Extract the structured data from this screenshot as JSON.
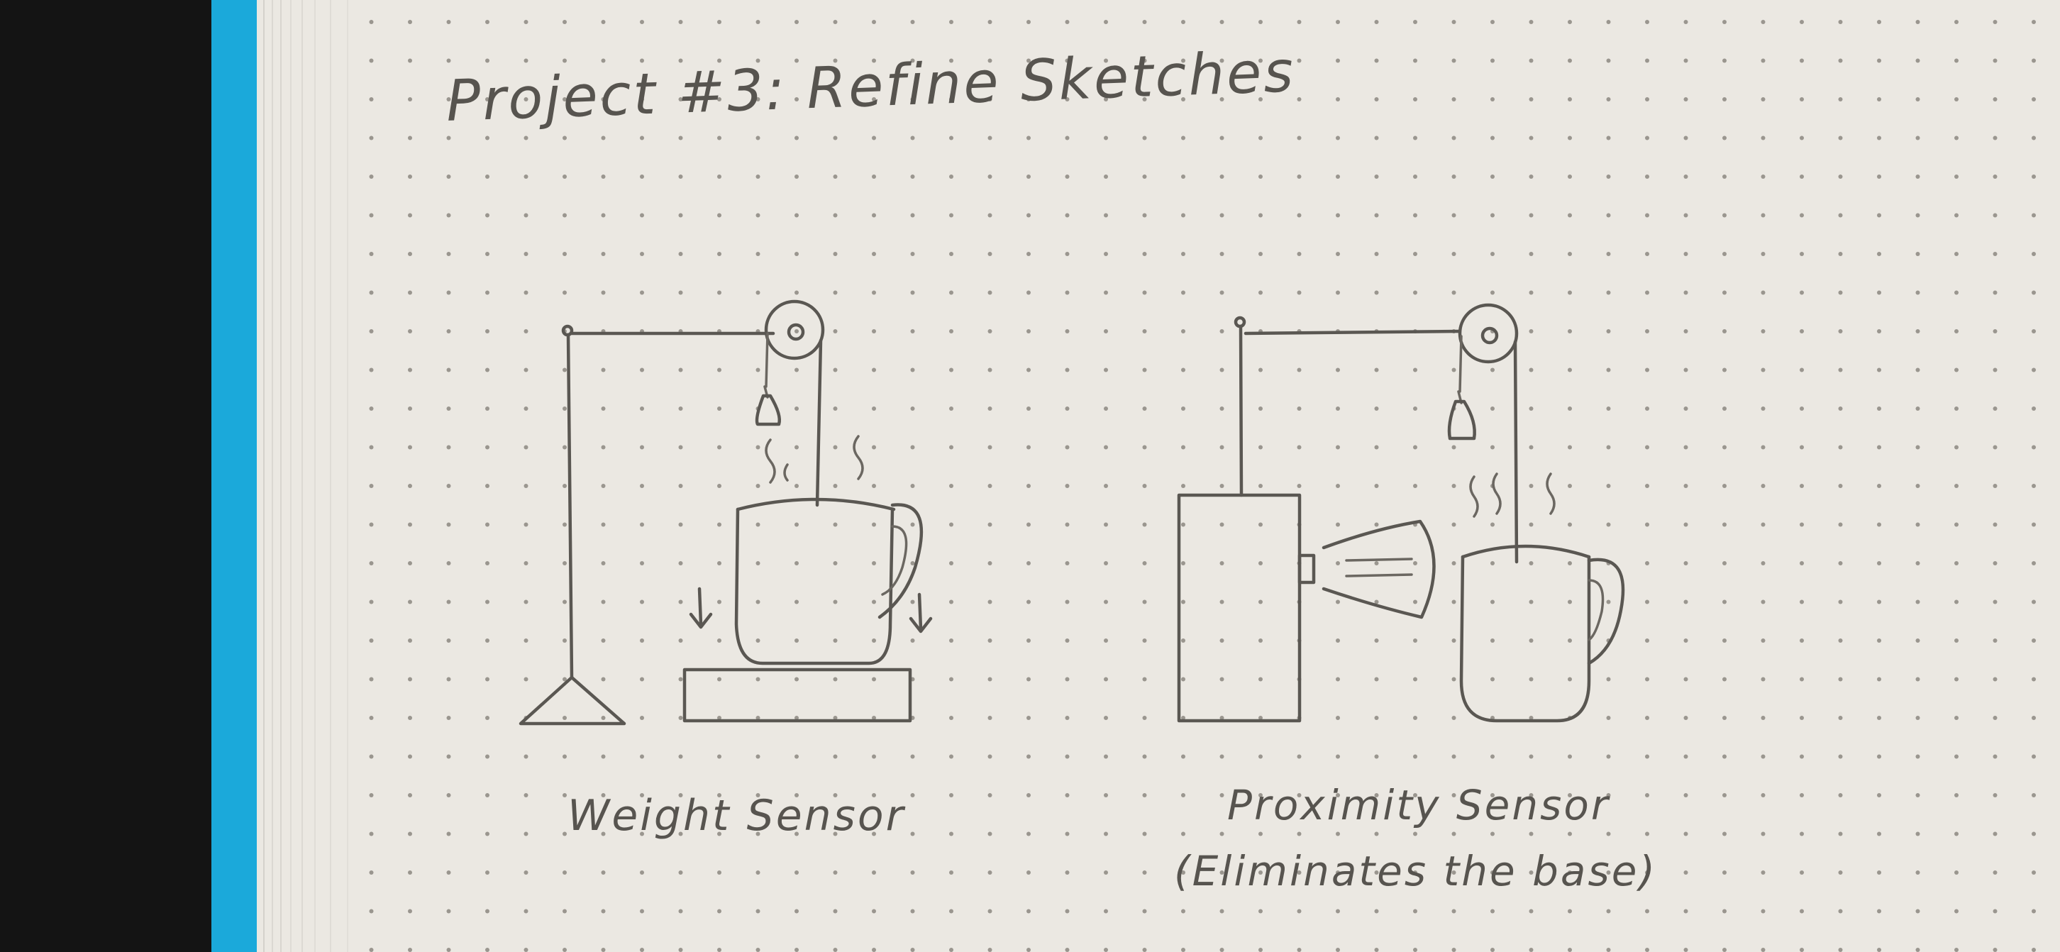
{
  "page": {
    "title": "Project #3: Refine Sketches",
    "colors": {
      "background": "#141414",
      "binding": "#1ba9da",
      "paper": "#ebe8e2",
      "ink": "#5a5752",
      "dot": "#9a968f"
    }
  },
  "sketches": [
    {
      "caption": "Weight Sensor",
      "parts": [
        "stand-icon",
        "pulley-icon",
        "tea-bag-icon",
        "steam-icon",
        "mug-icon",
        "scale-base-icon",
        "down-arrow-icon"
      ]
    },
    {
      "caption": "Proximity Sensor",
      "subcaption": "(Eliminates the base)",
      "parts": [
        "sensor-box-icon",
        "sensor-beam-icon",
        "pulley-icon",
        "tea-bag-icon",
        "steam-icon",
        "mug-icon"
      ]
    }
  ]
}
